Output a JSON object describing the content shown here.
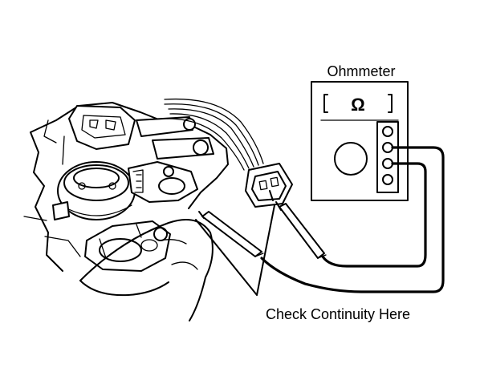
{
  "labels": {
    "meter": "Ohmmeter",
    "meter_symbol": "Ω",
    "callout": "Check Continuity Here"
  },
  "colors": {
    "ink": "#000000",
    "paper": "#ffffff"
  }
}
